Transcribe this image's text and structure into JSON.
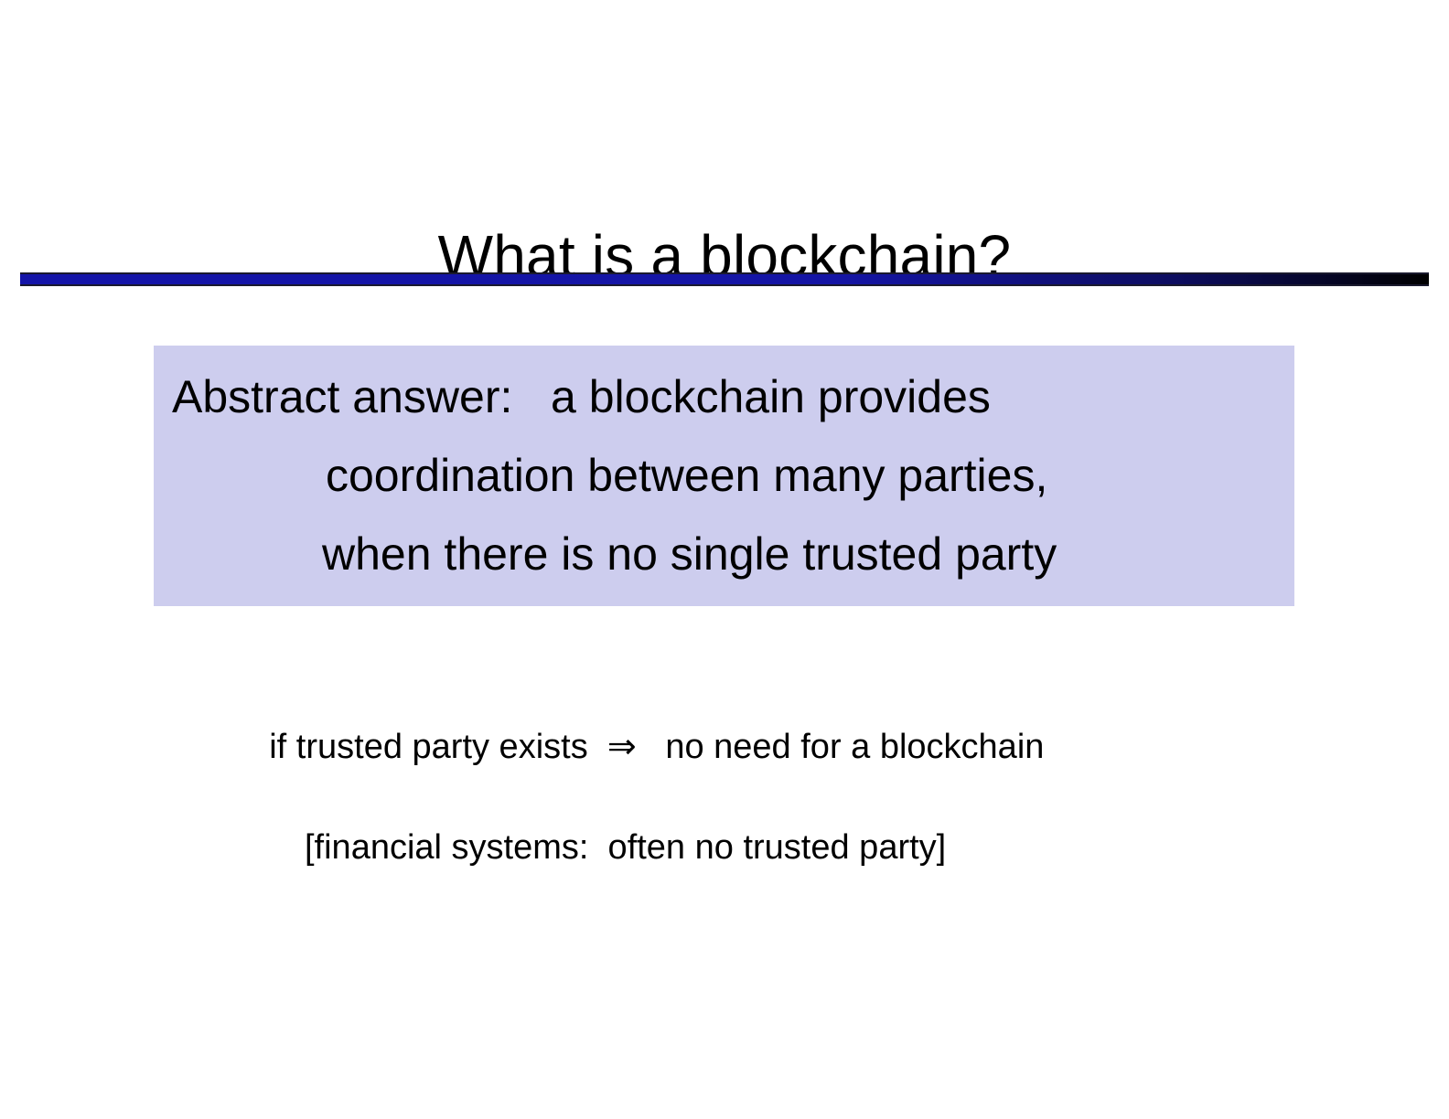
{
  "slide": {
    "title": "What is a blockchain?",
    "divider": {
      "gradient_start_color": "#1414a8",
      "gradient_end_color": "#000000"
    },
    "callout": {
      "background_color": "#cdcdee",
      "lines": [
        "Abstract answer:   a blockchain provides",
        "coordination between many parties,",
        "when there is no single trusted party"
      ]
    },
    "notes": [
      {
        "before_arrow": "if trusted party exists  ",
        "arrow": "⇒",
        "after_arrow": "   no need for a blockchain"
      },
      {
        "text": "[financial systems:  often no trusted party]"
      }
    ]
  }
}
